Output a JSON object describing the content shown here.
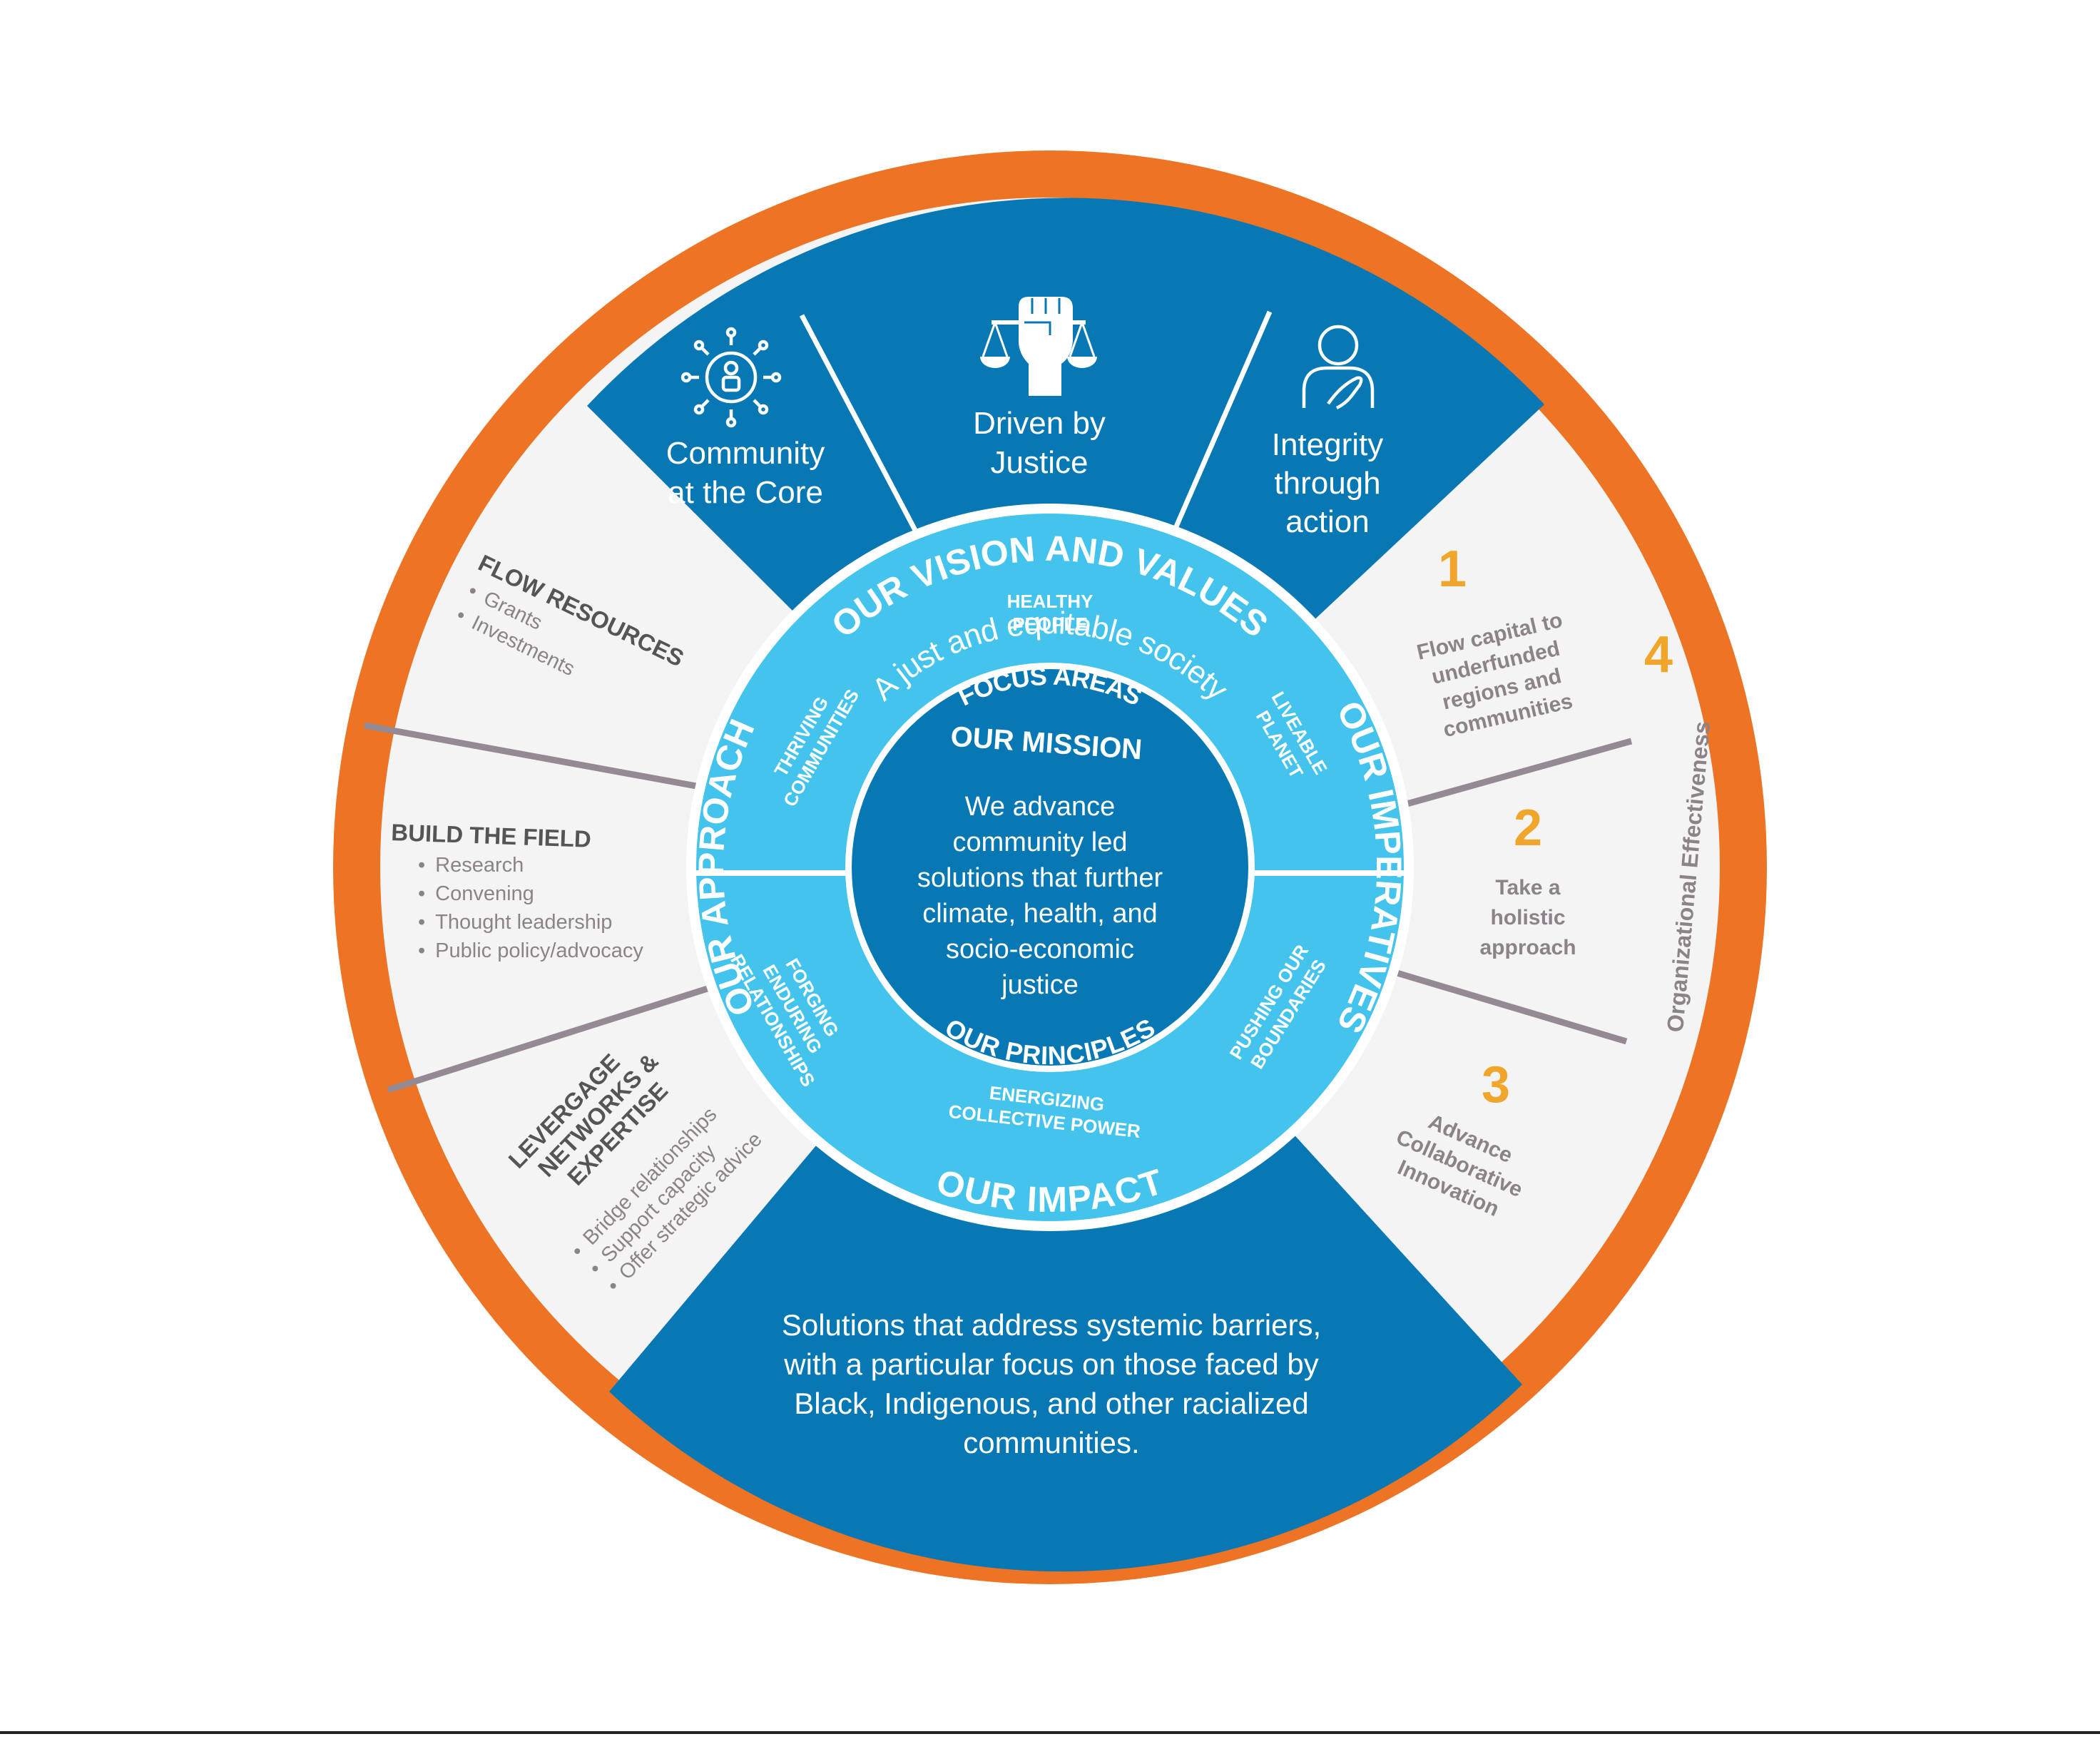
{
  "colors": {
    "outer_ring": "#ec7424",
    "dark_blue": "#0878b5",
    "light_blue": "#44c4ec",
    "panel_grey": "#f4f4f4",
    "divider": "#958a93",
    "imperative_number": "#efa62b",
    "text_grey": "#8b8388"
  },
  "ring": {
    "vision_title": "OUR VISION AND VALUES",
    "approach_title": "OUR APPROACH",
    "imperatives_title": "OUR IMPERATIVES",
    "impact_title": "OUR IMPACT"
  },
  "vision": {
    "statement": "A just and equitable society",
    "values": [
      {
        "icon": "community-icon",
        "line1": "Community",
        "line2": "at the Core",
        "line3": ""
      },
      {
        "icon": "justice-fist-scales-icon",
        "line1": "Driven by",
        "line2": "Justice",
        "line3": ""
      },
      {
        "icon": "integrity-person-icon",
        "line1": "Integrity",
        "line2": "through",
        "line3": "action"
      }
    ]
  },
  "focus": {
    "title": "FOCUS AREAS",
    "healthy": [
      "HEALTHY",
      "PEOPLE"
    ],
    "thriving": [
      "THRIVING",
      "COMMUNITIES"
    ],
    "liveable": [
      "LIVEABLE",
      "PLANET"
    ]
  },
  "principles": {
    "title": "OUR PRINCIPLES",
    "forging": [
      "FORGING",
      "ENDURING",
      "RELATIONSHIPS"
    ],
    "energizing": [
      "ENERGIZING",
      "COLLECTIVE POWER"
    ],
    "pushing": [
      "PUSHING OUR",
      "BOUNDARIES"
    ]
  },
  "mission": {
    "title": "OUR MISSION",
    "lines": [
      "We advance",
      "community led",
      "solutions that further",
      "climate, health, and",
      "socio-economic",
      "justice"
    ]
  },
  "impact": {
    "lines": [
      "Solutions that address systemic barriers,",
      "with a particular focus on those faced by",
      "Black, Indigenous, and other racialized",
      "communities."
    ]
  },
  "approach": {
    "flow": {
      "title": "FLOW RESOURCES",
      "items": [
        "Grants",
        "Investments"
      ]
    },
    "build": {
      "title": "BUILD THE FIELD",
      "items": [
        "Research",
        "Convening",
        "Thought leadership",
        "Public policy/advocacy"
      ]
    },
    "leverage": {
      "title_lines": [
        "LEVERGAGE",
        "NETWORKS &",
        "EXPERTISE"
      ],
      "items": [
        "Bridge relationships",
        "Support capacity",
        "Offer strategic advice"
      ]
    }
  },
  "imperatives": {
    "items": [
      {
        "num": "1",
        "lines": [
          "Flow capital to",
          "underfunded",
          "regions and",
          "communities"
        ]
      },
      {
        "num": "2",
        "lines": [
          "Take a",
          "holistic",
          "approach"
        ]
      },
      {
        "num": "3",
        "lines": [
          "Advance",
          "Collaborative",
          "Innovation"
        ]
      },
      {
        "num": "4",
        "lines": []
      }
    ],
    "org_label": "Organizational Effectiveness"
  },
  "bullet": "•"
}
